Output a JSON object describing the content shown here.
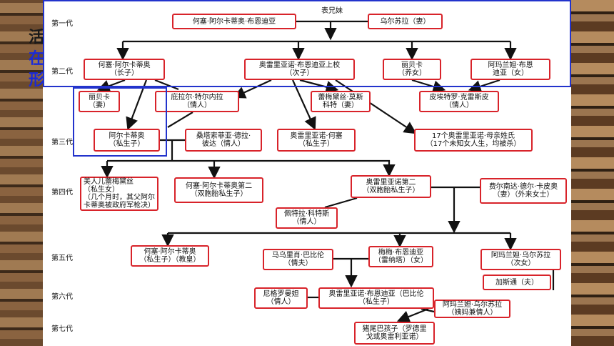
{
  "background": {
    "line1": "活",
    "line2": "在",
    "line3": "形"
  },
  "diagram": {
    "title": "表兄妹",
    "generations": [
      "第一代",
      "第二代",
      "第三代",
      "第四代",
      "第五代",
      "第六代",
      "第七代"
    ],
    "nodes": {
      "jose_arcadio_buendia": "何塞·阿尔卡蒂奥·布恩迪亚",
      "ursula": "乌尔苏拉（妻）",
      "jose_arcadio": "何塞·阿尔卡蒂奥\n（长子）",
      "aureliano_colonel": "奥雷里亚诺·布恩迪亚上校\n（次子）",
      "rebeca_adopted": "丽贝卡\n（养女）",
      "amaranta": "阿玛兰妲·布恩\n迪亚（女）",
      "rebeca_wife": "丽贝卡\n（妻）",
      "pilar_ternera": "庇拉尔·特尔内拉\n（情人）",
      "remedios_moscote": "蕾梅黛丝·莫斯\n科特（妻）",
      "pietro_crespi": "皮埃特罗·克雷斯皮\n（情人）",
      "arcadio": "阿尔卡蒂奥\n（私生子）",
      "santa_sofia": "桑塔索菲亚·德拉·\n彼达（情人）",
      "aureliano_jose": "奥雷里亚诺·何塞\n（私生子）",
      "seventeen_aurelianos": "17个奥雷里亚诺·母亲姓氏\n（17个未知女人生，均被杀）",
      "remedios_beauty": "美人儿蕾梅黛丝\n（私生女）\n（几个月时，其父阿尔\n卡蒂奥被政府军枪决）",
      "jose_arcadio_second": "何塞·阿尔卡蒂奥第二\n（双胞胎私生子）",
      "aureliano_second": "奥雷里亚诺第二\n（双胞胎私生子）",
      "fernanda": "费尔南达·德尔·卡皮奥\n（妻）（外来女士）",
      "petra_cotes": "佩特拉·科特斯\n（情人）",
      "jose_arcadio_5": "何塞·阿尔卡蒂奥\n（私生子）（教皇）",
      "mauricio_babilonia": "马乌里肖·巴比伦\n（情夫）",
      "meme": "梅梅·布恩迪亚\n（雷纳塔）（女）",
      "amaranta_ursula": "阿玛兰妲·乌尔苏拉\n（次女）",
      "gaston": "加斯通（夫）",
      "nigromanta": "尼格罗曼妲\n（情人）",
      "aureliano_babilonia": "奥雷里亚诺·布恩迪亚（巴比伦\n（私生子）",
      "amaranta_ursula_lover": "阿玛兰妲·乌尔苏拉\n（姨妈兼情人）",
      "pig_tail_child": "猪尾巴孩子（罗德里\n戈或奥雷利亚诺）"
    }
  }
}
